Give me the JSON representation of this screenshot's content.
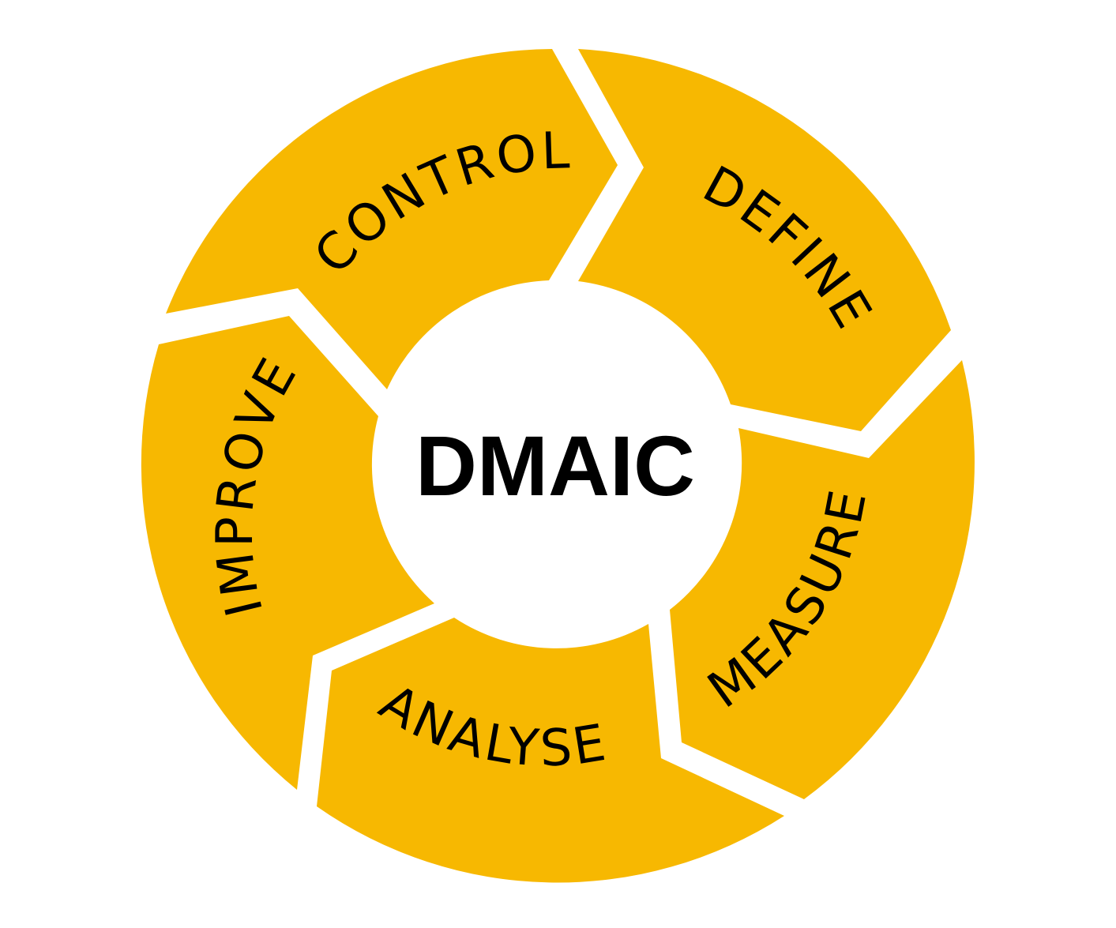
{
  "diagram": {
    "center_label": "DMAIC",
    "colors": {
      "segment_fill": "#F7B801",
      "gap": "#FFFFFF",
      "text": "#000000"
    },
    "segments": [
      {
        "id": "define",
        "label": "DEFINE"
      },
      {
        "id": "measure",
        "label": "MEASURE"
      },
      {
        "id": "analyse",
        "label": "ANALYSE"
      },
      {
        "id": "improve",
        "label": "IMPROVE"
      },
      {
        "id": "control",
        "label": "CONTROL"
      }
    ]
  }
}
